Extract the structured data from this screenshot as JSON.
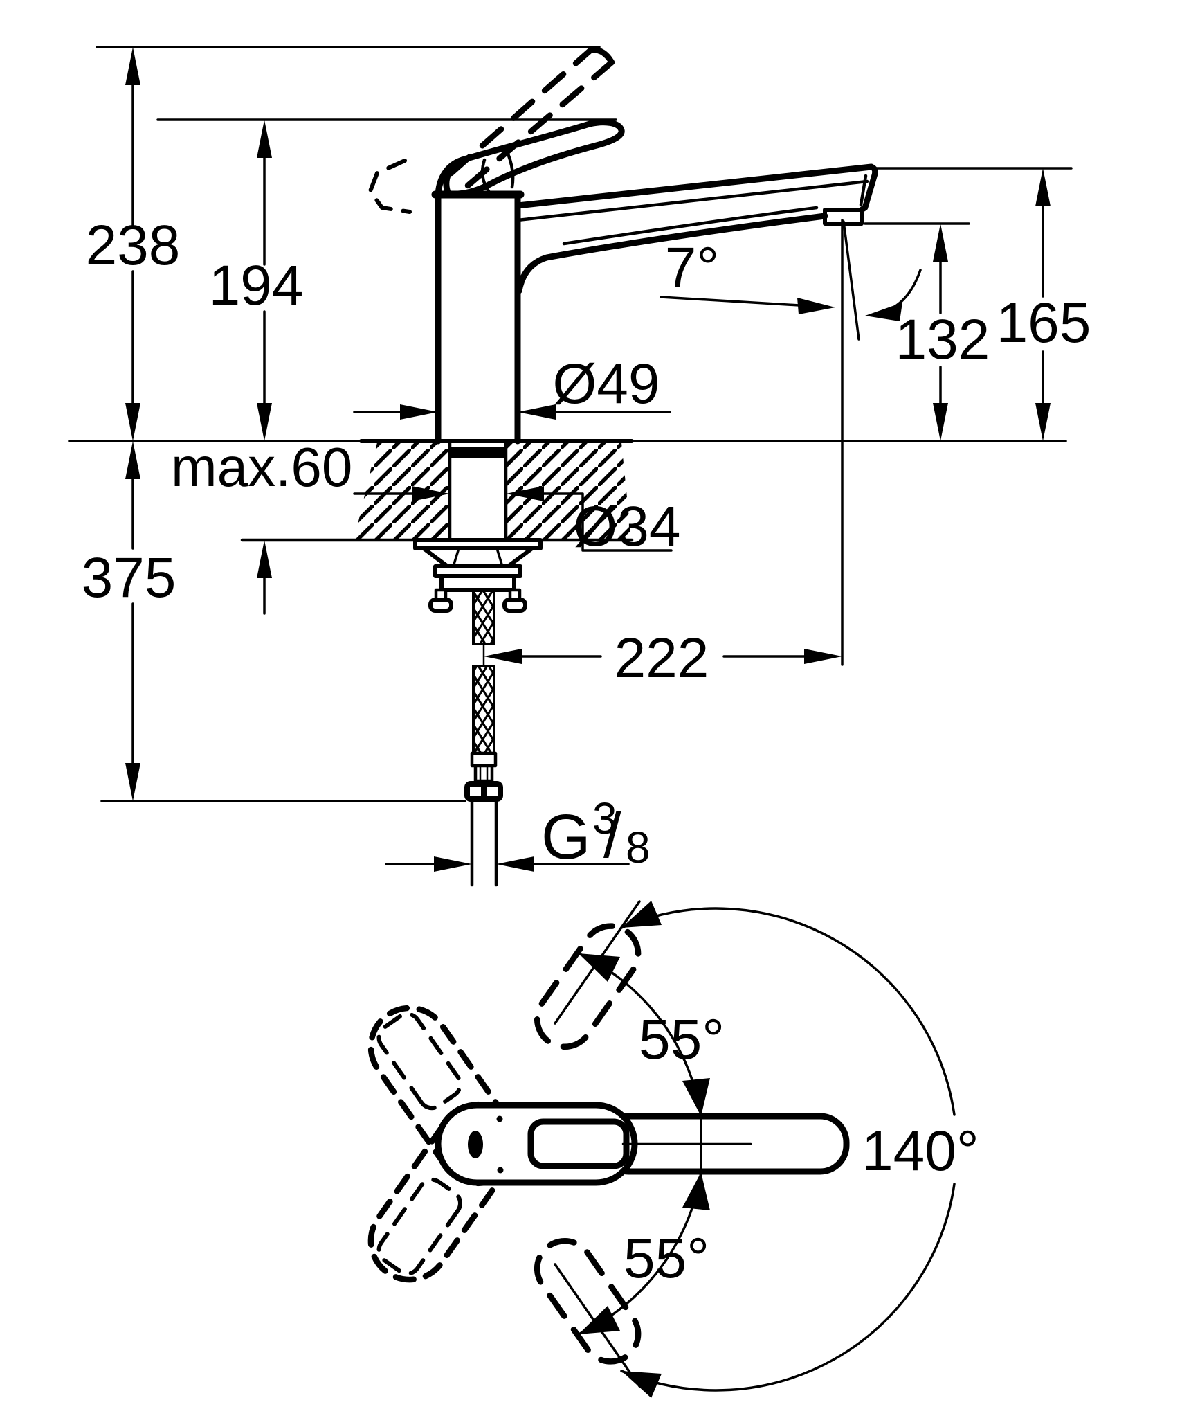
{
  "drawing": {
    "kind": "faucet-dimensional-drawing",
    "line_color": "#000000",
    "background": "#ffffff",
    "side_view": {
      "overall_height_mm": "238",
      "lever_top_height_mm": "194",
      "spout_end_height_mm": "165",
      "outlet_height_mm": "132",
      "stream_angle_deg": "7°",
      "body_diameter_mm": "Ø49",
      "deck_max_thickness_mm": "max.60",
      "hole_diameter_mm": "Ø34",
      "height_below_deck_mm": "375",
      "spout_reach_mm": "222",
      "thread_g": "G",
      "thread_numerator": "3",
      "thread_slash": "/",
      "thread_denominator": "8"
    },
    "top_view": {
      "swivel_upper_deg": "55°",
      "swivel_total_deg": "140°",
      "swivel_lower_deg": "55°"
    }
  }
}
